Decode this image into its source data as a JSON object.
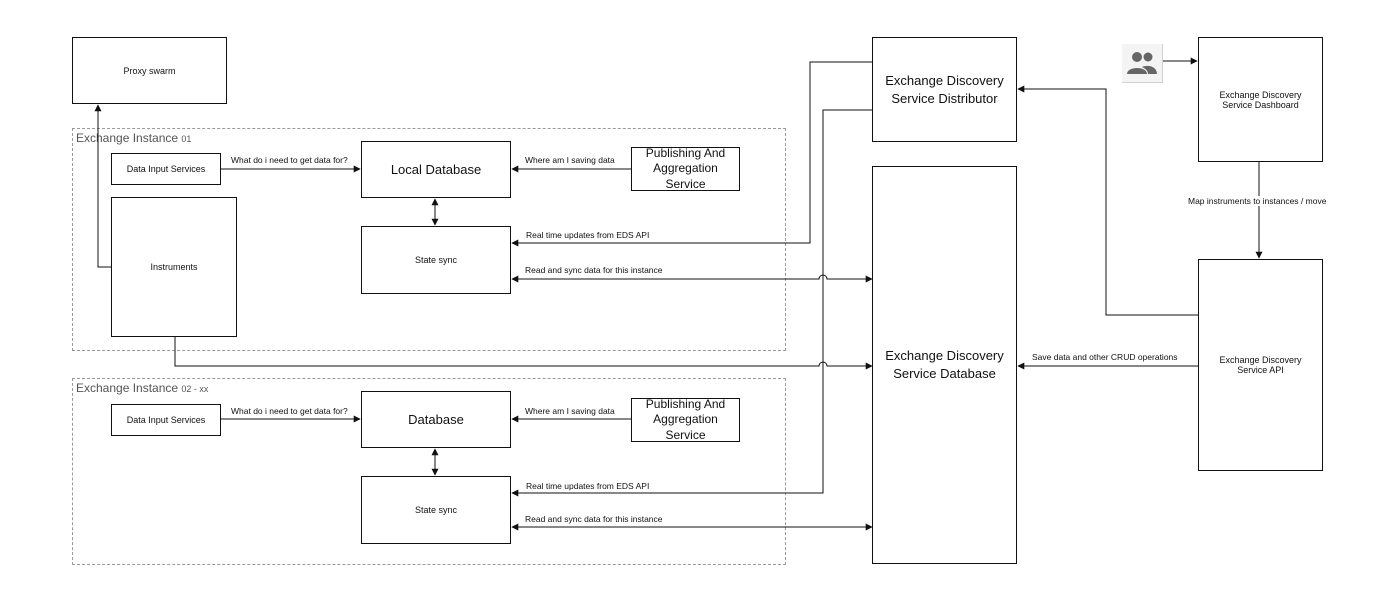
{
  "proxy_swarm": "Proxy swarm",
  "instance_01": {
    "title": "Exchange Instance",
    "suffix": "01",
    "data_input": "Data Input Services",
    "instruments": "Instruments",
    "local_db": "Local Database",
    "publishing": "Publishing And Aggregation Service",
    "state_sync": "State sync"
  },
  "instance_02": {
    "title": "Exchange Instance",
    "suffix": "02 - xx",
    "data_input": "Data Input Services",
    "db": "Database",
    "publishing": "Publishing And Aggregation Service",
    "state_sync": "State sync"
  },
  "eds_distributor": "Exchange Discovery Service Distributor",
  "eds_database": "Exchange Discovery Service Database",
  "eds_dashboard": "Exchange Discovery Service Dashboard",
  "eds_api": "Exchange Discovery Service API",
  "labels": {
    "what_do_i_need_1": "What do i need to get data for?",
    "where_saving_1": "Where am I saving data",
    "realtime_1": "Real time updates from EDS API",
    "read_sync_1": "Read and sync data for this instance",
    "what_do_i_need_2": "What do i need to get data for?",
    "where_saving_2": "Where am I saving data",
    "realtime_2": "Real time updates from EDS API",
    "read_sync_2": "Read and sync data for this instance",
    "map_instruments": "Map instruments to instances / move",
    "save_crud": "Save data and other CRUD operations"
  },
  "icons": {
    "users": "users-icon"
  },
  "colors": {
    "line": "#111111",
    "frame": "#9a9a9a",
    "icon": "#666666"
  }
}
